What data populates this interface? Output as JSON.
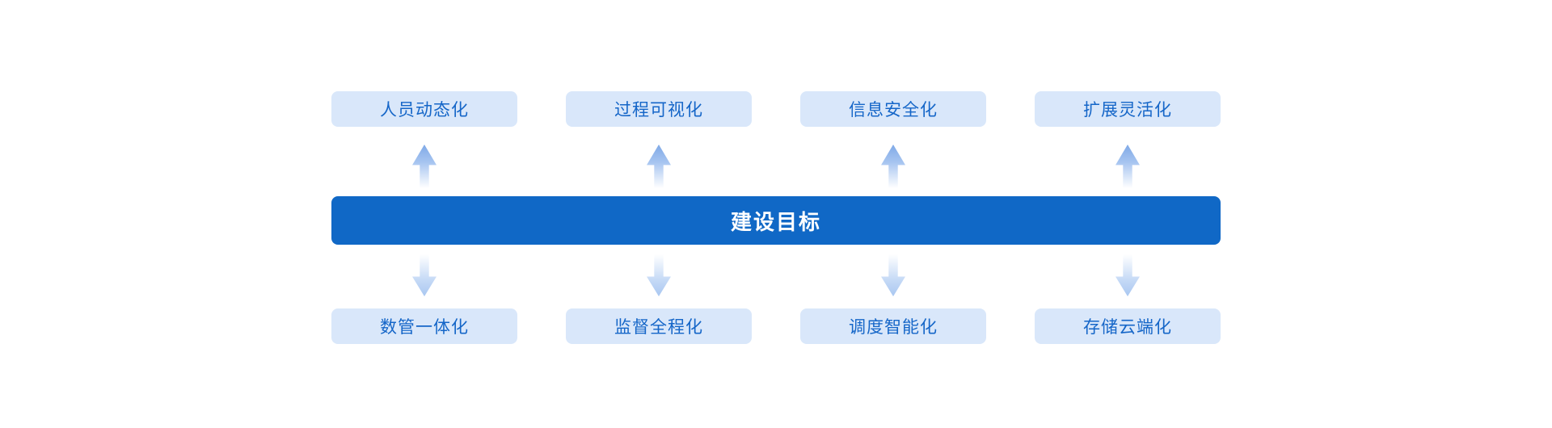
{
  "diagram": {
    "center": {
      "label": "建设目标"
    },
    "top_row": [
      {
        "label": "人员动态化"
      },
      {
        "label": "过程可视化"
      },
      {
        "label": "信息安全化"
      },
      {
        "label": "扩展灵活化"
      }
    ],
    "bottom_row": [
      {
        "label": "数管一体化"
      },
      {
        "label": "监督全程化"
      },
      {
        "label": "调度智能化"
      },
      {
        "label": "存储云端化"
      }
    ],
    "colors": {
      "bar_background": "#1068C6",
      "bar_text": "#FFFFFF",
      "box_background": "#D9E7FA",
      "box_text": "#1566C8",
      "arrow_up": "#7FA9E7",
      "arrow_down": "#A9C7F1",
      "page_background": "#FFFFFF"
    }
  }
}
